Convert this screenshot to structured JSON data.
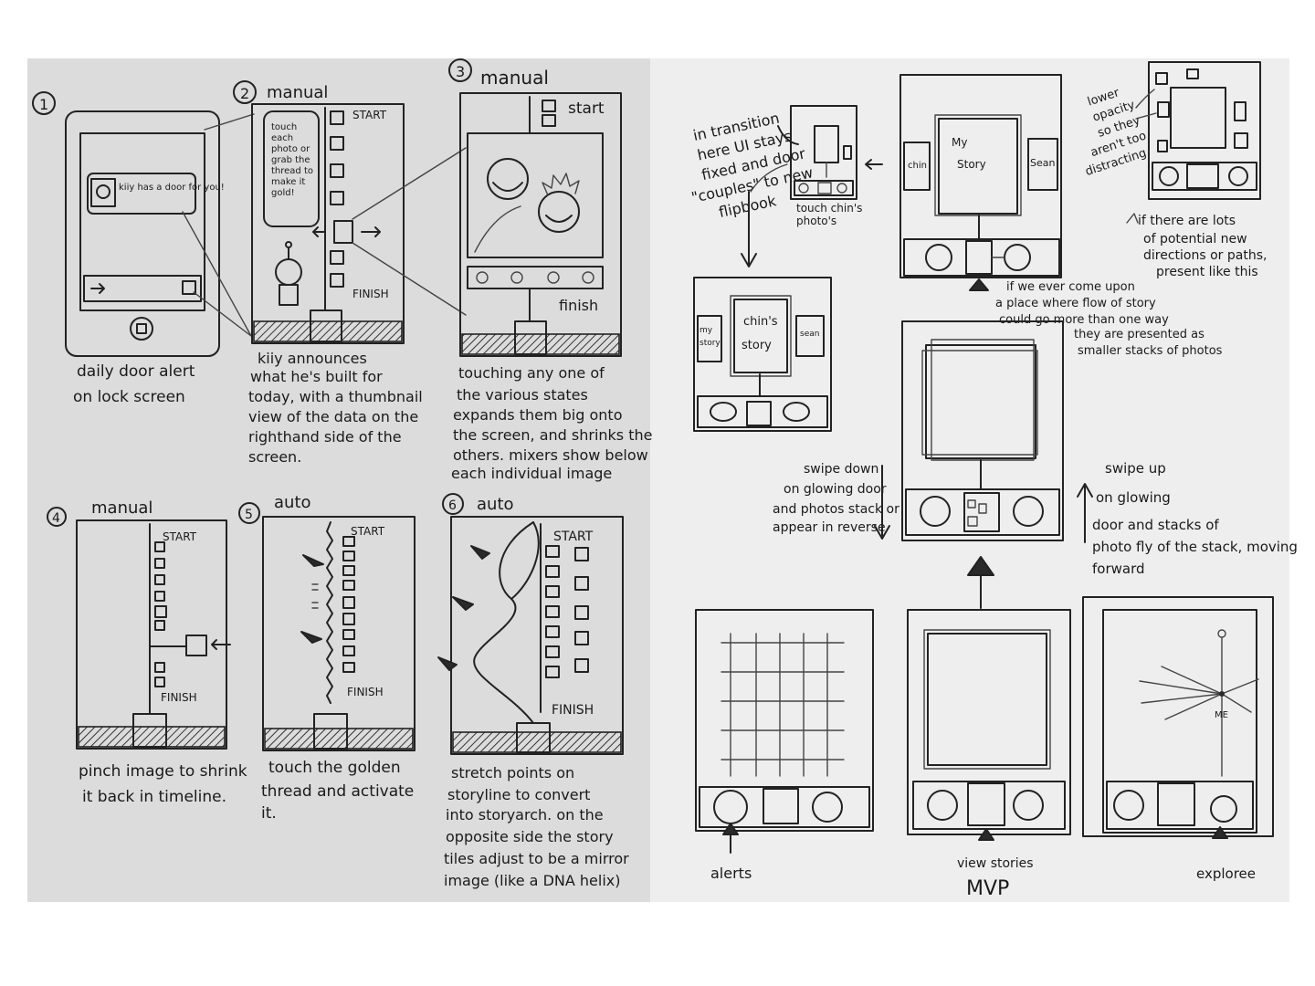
{
  "left_page": {
    "panels": [
      {
        "number": "1",
        "mode": "",
        "inner": "kiiy has a door for you!",
        "caption": [
          "daily door alert",
          "on lock screen"
        ]
      },
      {
        "number": "2",
        "mode": "manual",
        "inner": [
          "touch",
          "each",
          "photo or",
          "grab the",
          "thread to",
          "make it",
          "gold!"
        ],
        "labels": [
          "START",
          "FINISH"
        ],
        "caption": [
          "kiiy announces",
          "what he's built for",
          "today, with a thumbnail",
          "view of the data on the",
          "righthand side of the",
          "screen."
        ]
      },
      {
        "number": "3",
        "mode": "manual",
        "labels": [
          "start",
          "finish"
        ],
        "caption": [
          "touching any one of",
          "the various states",
          "expands them big onto",
          "the screen, and shrinks the",
          "others. mixers show below",
          "each individual image"
        ]
      },
      {
        "number": "4",
        "mode": "manual",
        "labels": [
          "START",
          "FINISH"
        ],
        "caption": [
          "pinch image to shrink",
          "it back in timeline."
        ]
      },
      {
        "number": "5",
        "mode": "auto",
        "labels": [
          "START",
          "FINISH"
        ],
        "caption": [
          "touch the golden",
          "thread and activate",
          "it."
        ]
      },
      {
        "number": "6",
        "mode": "auto",
        "labels": [
          "START",
          "FINISH"
        ],
        "caption": [
          "stretch points on",
          "storyline to convert",
          "into storyarch. on the",
          "opposite side the story",
          "tiles adjust to be a mirror",
          "image (like a DNA helix)"
        ]
      }
    ]
  },
  "right_page": {
    "transition_note": [
      "in transition",
      "here UI stays",
      "fixed and door",
      "\"couples\" to new",
      "flipbook"
    ],
    "touch_note": [
      "touch chin's",
      "photo's"
    ],
    "card_labels": {
      "chin": "chin",
      "my_story": [
        "My",
        "Story"
      ],
      "sean": "Sean",
      "chins_story": [
        "chin's",
        "story"
      ],
      "my_story_small": [
        "my",
        "story"
      ],
      "sean_small": "sean"
    },
    "opacity_note": [
      "lower",
      "opacity",
      "so they",
      "aren't too",
      "distracting"
    ],
    "paths_note": [
      "if there are lots",
      "of potential new",
      "directions or paths,",
      "present like this"
    ],
    "flow_note": [
      "if we ever come upon",
      "a place where flow of story",
      "could go more than one way",
      "they are presented as",
      "smaller stacks of photos"
    ],
    "swipe_down": [
      "swipe down",
      "on glowing door",
      "and photos stack or",
      "appear in reverse"
    ],
    "swipe_up": [
      "swipe up",
      "on glowing",
      "door and stacks of",
      "photo fly of the stack, moving",
      "forward"
    ],
    "bottom_labels": {
      "alerts": "alerts",
      "view_stories": "view stories",
      "mvp": "MVP",
      "explore": "exploree",
      "me": "ME"
    }
  }
}
